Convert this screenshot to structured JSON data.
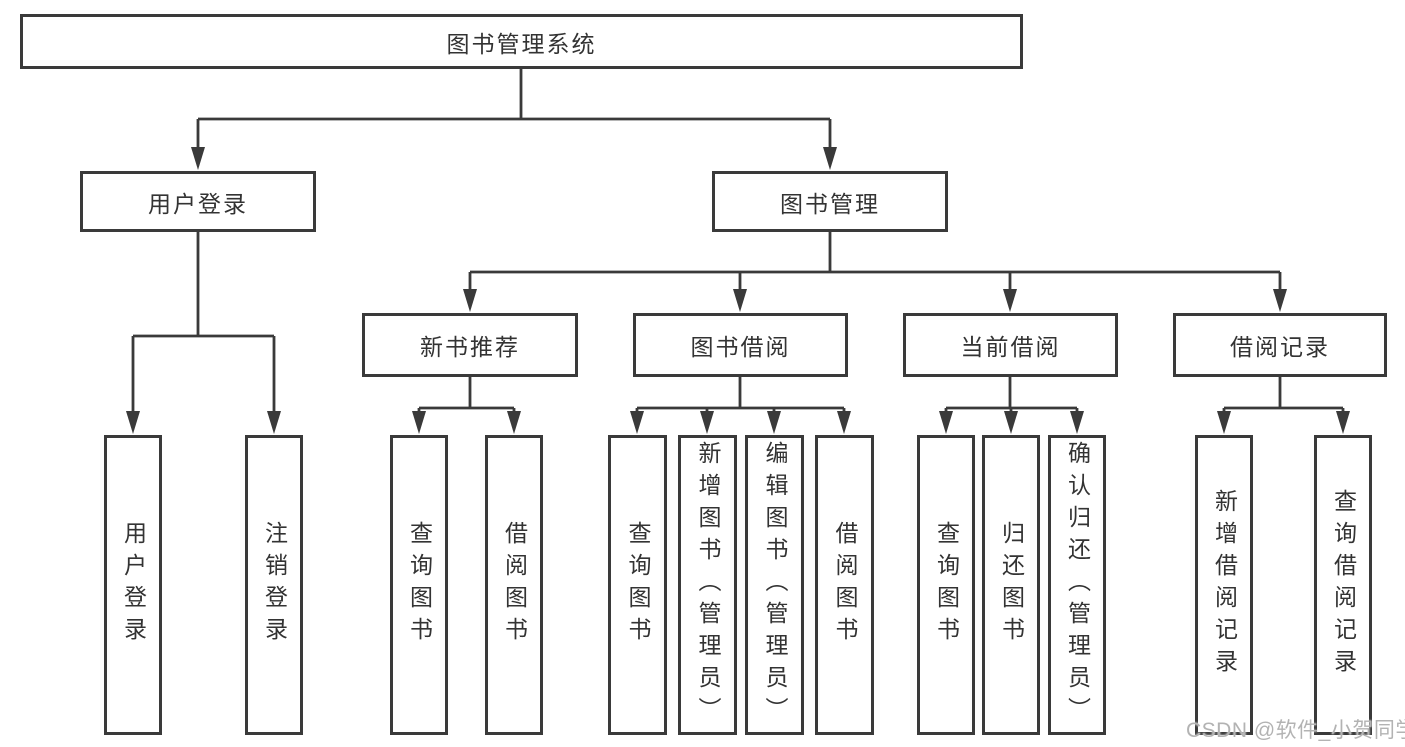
{
  "diagram": {
    "root_label": "图书管理系统",
    "level2": [
      {
        "label": "用户登录"
      },
      {
        "label": "图书管理"
      }
    ],
    "level3": [
      {
        "label": "新书推荐"
      },
      {
        "label": "图书借阅"
      },
      {
        "label": "当前借阅"
      },
      {
        "label": "借阅记录"
      }
    ],
    "user_login_leaves": [
      {
        "label": "用户登录"
      },
      {
        "label": "注销登录"
      }
    ],
    "new_book_leaves": [
      {
        "label": "查询图书"
      },
      {
        "label": "借阅图书"
      }
    ],
    "book_borrow_leaves": [
      {
        "label": "查询图书"
      },
      {
        "label": "新增图书（管理员）"
      },
      {
        "label": "编辑图书（管理员）"
      },
      {
        "label": "借阅图书"
      }
    ],
    "current_borrow_leaves": [
      {
        "label": "查询图书"
      },
      {
        "label": "归还图书"
      },
      {
        "label": "确认归还（管理员）"
      }
    ],
    "borrow_record_leaves": [
      {
        "label": "新增借阅记录"
      },
      {
        "label": "查询借阅记录"
      }
    ]
  },
  "watermark": {
    "text": "CSDN @软件_小贺同学"
  },
  "colors": {
    "line": "#3a3a3a",
    "text": "#333333",
    "background": "#ffffff",
    "watermark": "#b3b3b3"
  }
}
